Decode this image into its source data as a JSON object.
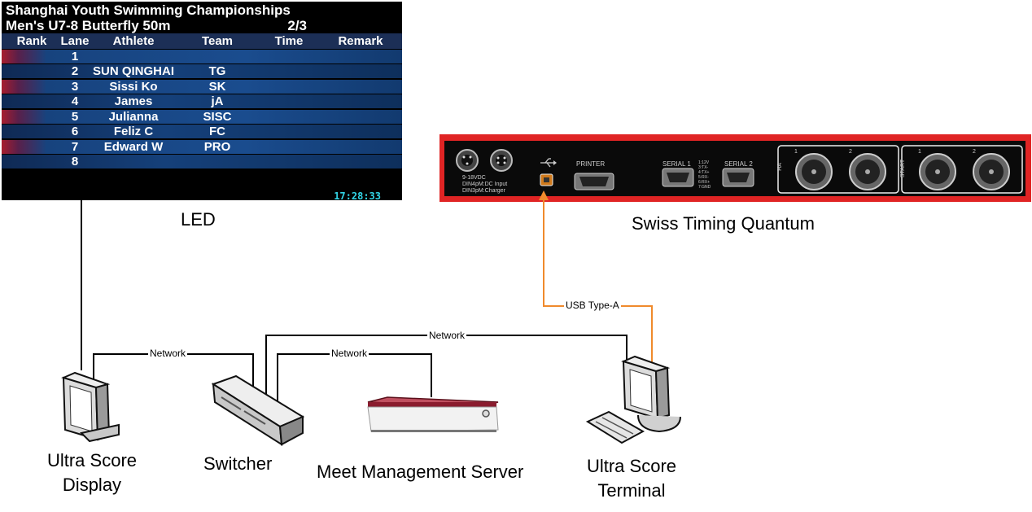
{
  "led": {
    "title": "Shanghai Youth Swimming Championships",
    "event": "Men's U7-8 Butterfly 50m",
    "heat": "2/3",
    "columns": [
      "Rank",
      "Lane",
      "Athlete",
      "Team",
      "Time",
      "Remark"
    ],
    "rows": [
      {
        "lane": "1",
        "athlete": "",
        "team": ""
      },
      {
        "lane": "2",
        "athlete": "SUN QINGHAI",
        "team": "TG"
      },
      {
        "lane": "3",
        "athlete": "Sissi Ko",
        "team": "SK"
      },
      {
        "lane": "4",
        "athlete": "James",
        "team": "jA"
      },
      {
        "lane": "5",
        "athlete": "Julianna",
        "team": "SISC"
      },
      {
        "lane": "6",
        "athlete": "Feliz C",
        "team": "FC"
      },
      {
        "lane": "7",
        "athlete": "Edward W",
        "team": "PRO"
      },
      {
        "lane": "8",
        "athlete": "",
        "team": ""
      }
    ],
    "clock": "17:28:33"
  },
  "quantum": {
    "printer_label": "PRINTER",
    "serial1_label": "SERIAL 1",
    "serial2_label": "SERIAL 2",
    "power_label": "9-18VDC",
    "dc_input": "DIN4pM:DC Input",
    "charger": "DIN3pM:Charger",
    "pinout": [
      "1:12V",
      "3:TX-",
      "4:TX+",
      "5:RX-",
      "6:RX+",
      "7:GND"
    ],
    "group1_label": "HA",
    "group2_label": "START",
    "port_num_1": "1",
    "port_num_2": "2"
  },
  "labels": {
    "led": "LED",
    "quantum": "Swiss Timing Quantum",
    "display_line1": "Ultra Score",
    "display_line2": "Display",
    "switcher": "Switcher",
    "server": "Meet Management Server",
    "terminal_line1": "Ultra Score",
    "terminal_line2": "Terminal"
  },
  "connections": {
    "network": "Network",
    "usb": "USB Type-A"
  },
  "colors": {
    "usb_wire": "#f08a2c",
    "network_wire": "#000000",
    "quantum_red": "#e02424",
    "clock": "#33d6e8"
  }
}
